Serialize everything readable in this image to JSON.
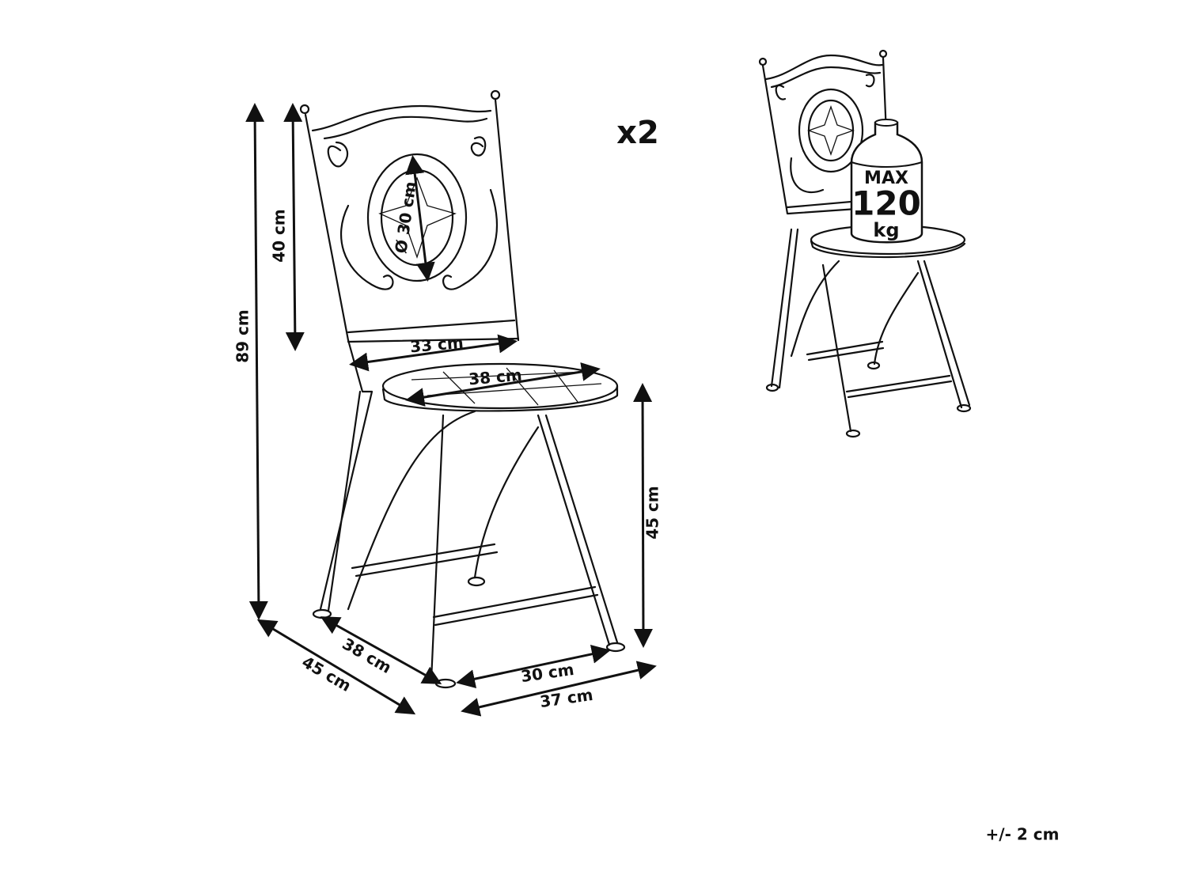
{
  "dimensions": {
    "total_height": "89 cm",
    "backrest_height": "40 cm",
    "medallion_diameter": "Ø 30 cm",
    "backrest_width": "33 cm",
    "seat_diameter": "38 cm",
    "seat_height": "45 cm",
    "seat_depth_inner": "38 cm",
    "depth_outer": "45 cm",
    "width_inner": "30 cm",
    "width_outer": "37 cm"
  },
  "quantity": "x2",
  "max_load": {
    "line1": "MAX",
    "line2": "120",
    "line3": "kg"
  },
  "tolerance": "+/- 2 cm"
}
